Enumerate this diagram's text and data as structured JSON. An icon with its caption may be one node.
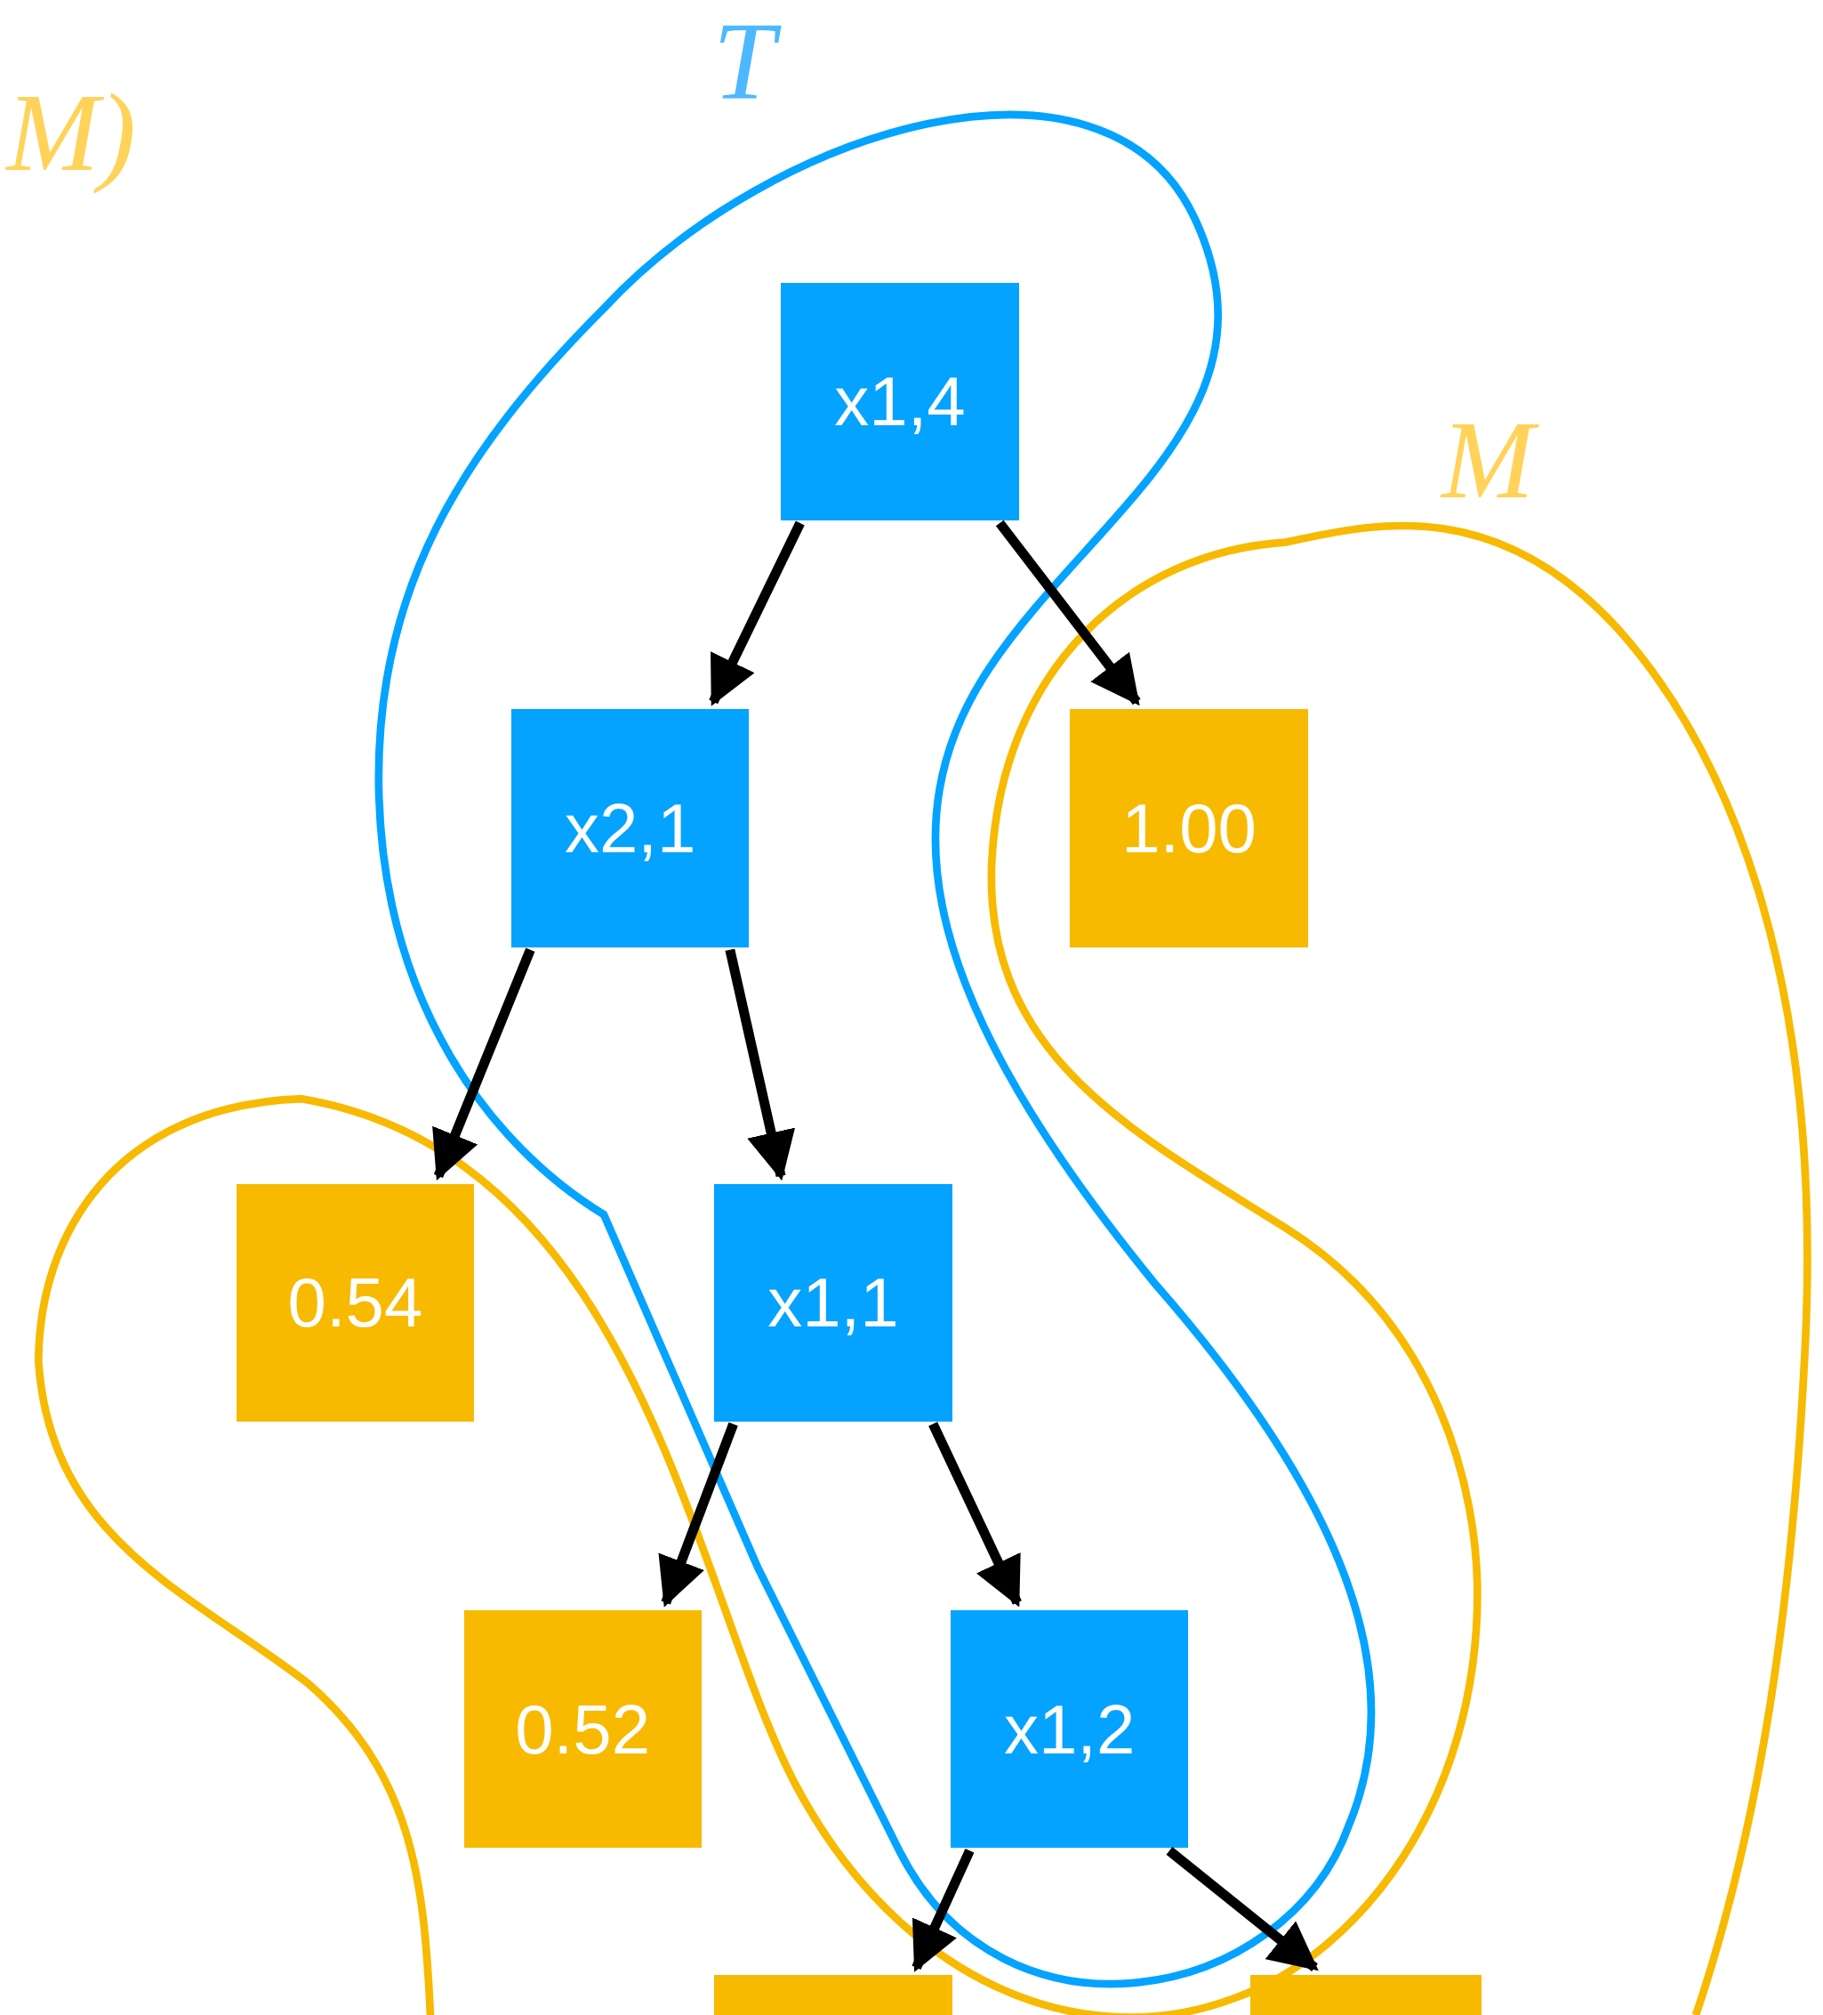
{
  "diagram": {
    "nodes": [
      {
        "text": [
          "x1,4"
        ]
      },
      {
        "text": [
          "x2,1"
        ]
      },
      {
        "text": [
          "1.00"
        ]
      },
      {
        "text": [
          "0.54"
        ]
      },
      {
        "text": [
          "x1,1"
        ]
      },
      {
        "text": [
          "0.52"
        ]
      },
      {
        "text": [
          "x1,2"
        ]
      },
      {
        "text": [],
        "shape": "box"
      },
      {
        "text": [],
        "shape": "box"
      }
    ],
    "edges": [
      {
        "from": 0,
        "to": 1,
        "arrow": "to"
      },
      {
        "from": 0,
        "to": 2,
        "arrow": "to"
      },
      {
        "from": 1,
        "to": 3,
        "arrow": "to"
      },
      {
        "from": 1,
        "to": 4,
        "arrow": "to"
      },
      {
        "from": 4,
        "to": 5,
        "arrow": "to"
      },
      {
        "from": 4,
        "to": 6,
        "arrow": "to"
      },
      {
        "from": 6,
        "to": 7,
        "arrow": "to"
      },
      {
        "from": 6,
        "to": 8,
        "arrow": "to"
      }
    ],
    "labels": [
      "M)",
      "T",
      "M"
    ]
  }
}
